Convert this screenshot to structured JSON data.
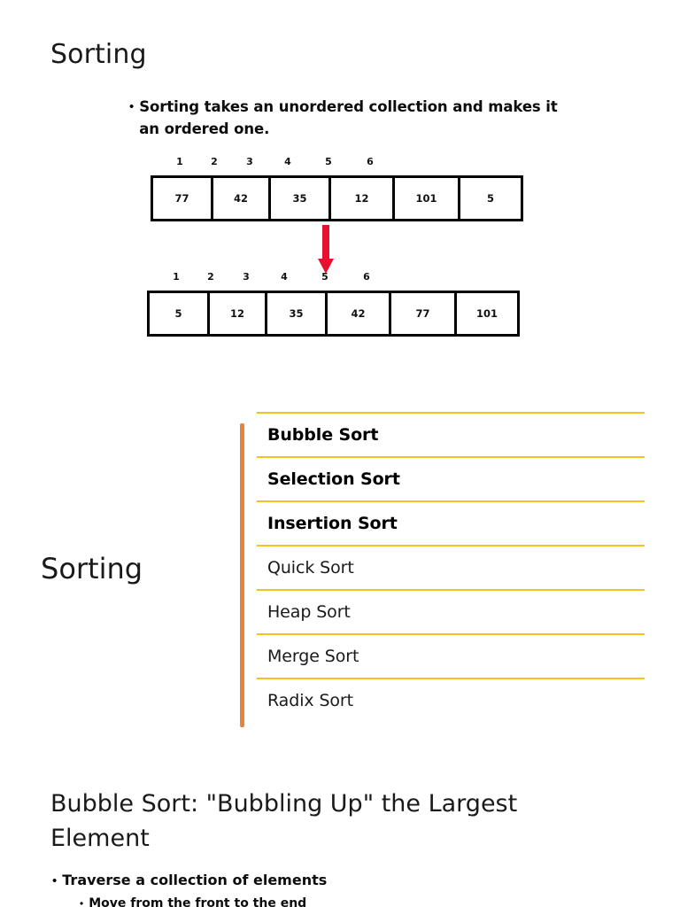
{
  "slide1": {
    "title": "Sorting",
    "bullet": "Sorting takes an unordered collection and makes it an ordered one.",
    "bullet_marker": "•",
    "unsorted_array": {
      "indices": [
        "1",
        "2",
        "3",
        "4",
        "5",
        "6"
      ],
      "values": [
        "77",
        "42",
        "35",
        "12",
        "101",
        "5"
      ]
    },
    "sorted_array": {
      "indices": [
        "1",
        "2",
        "3",
        "4",
        "5",
        "6"
      ],
      "values": [
        "5",
        "12",
        "35",
        "42",
        "77",
        "101"
      ]
    },
    "arrow_color": "#E8112D"
  },
  "slide2": {
    "title": "Sorting",
    "accent_bar_color": "#E8833A",
    "divider_color": "#F5C122",
    "items": [
      {
        "label": "Bubble Sort",
        "emphasized": true
      },
      {
        "label": "Selection Sort",
        "emphasized": true
      },
      {
        "label": "Insertion Sort",
        "emphasized": true
      },
      {
        "label": "Quick Sort",
        "emphasized": false
      },
      {
        "label": "Heap Sort",
        "emphasized": false
      },
      {
        "label": "Merge Sort",
        "emphasized": false
      },
      {
        "label": "Radix Sort",
        "emphasized": false
      }
    ]
  },
  "slide3": {
    "title": "Bubble Sort: \"Bubbling Up\" the Largest Element",
    "bullet_marker": "•",
    "bullet_level1": "Traverse a collection of elements",
    "bullet_level2": "Move from the front to the end"
  }
}
